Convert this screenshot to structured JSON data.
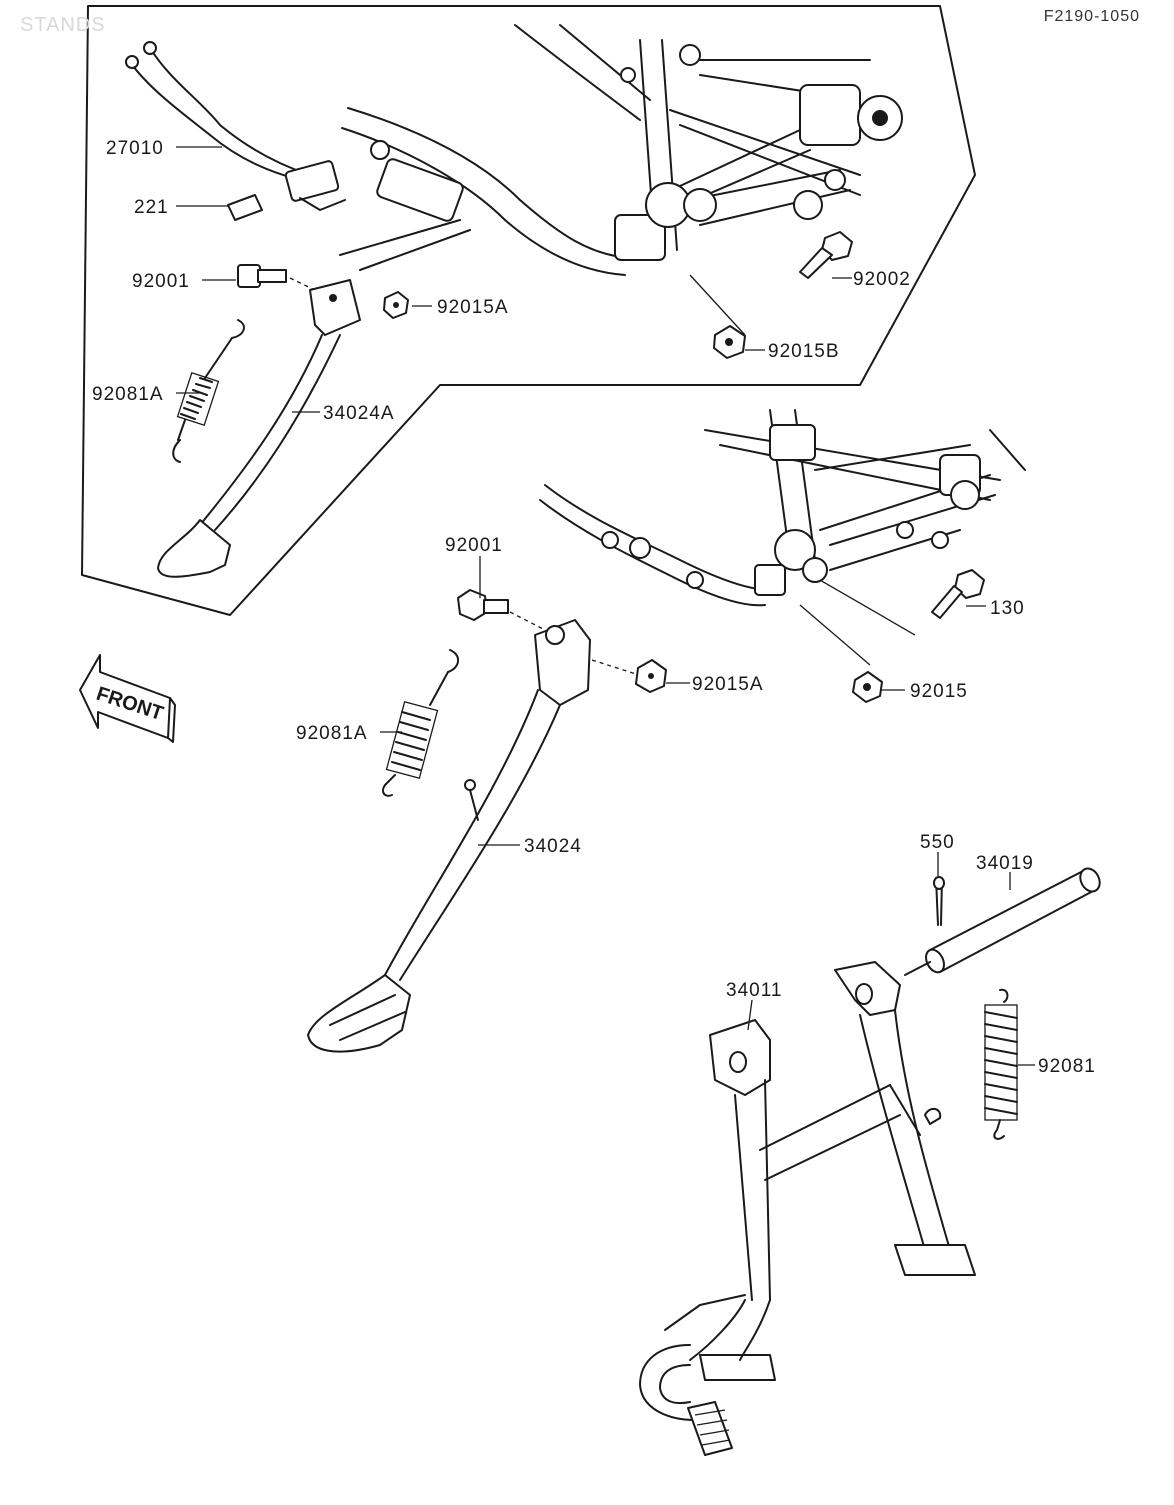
{
  "header": {
    "title": "STANDS",
    "code": "F2190-1050"
  },
  "front_arrow": {
    "label": "FRONT"
  },
  "callouts": {
    "inset_harness": "27010",
    "inset_switch": "221",
    "inset_bolt": "92001",
    "inset_nut_a": "92015A",
    "inset_spring": "92081A",
    "inset_stand": "34024A",
    "inset_frame_bolt": "92002",
    "inset_nut_b": "92015B",
    "main_bolt": "92001",
    "main_frame_bolt": "130",
    "main_nut_a": "92015A",
    "main_nut": "92015",
    "main_spring": "92081A",
    "main_stand": "34024",
    "cotter_pin": "550",
    "center_shaft": "34019",
    "center_stand": "34011",
    "center_spring": "92081"
  },
  "colors": {
    "ink": "#1a1a1a",
    "paper": "#ffffff"
  }
}
